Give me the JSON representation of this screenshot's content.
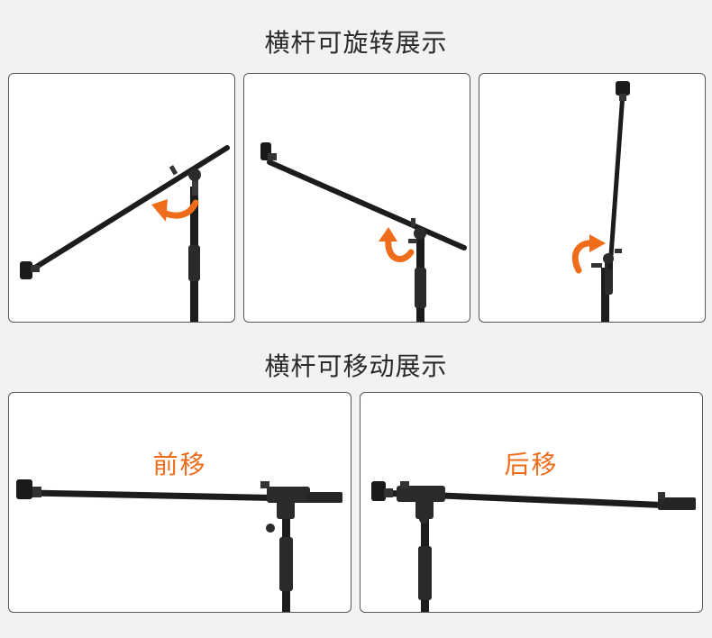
{
  "sections": {
    "rotate_title": "横杆可旋转展示",
    "move_title": "横杆可移动展示"
  },
  "captions": {
    "forward": "前移",
    "backward": "后移"
  },
  "colors": {
    "background": "#f2f2f2",
    "accent_arrow": "#ef6c1a",
    "stand": "#1c1c1c",
    "panel_border": "#5a5a5a"
  },
  "icons": {
    "rotation_arrow": "curved-arrow-icon",
    "mic_clip": "mic-clip-icon"
  }
}
